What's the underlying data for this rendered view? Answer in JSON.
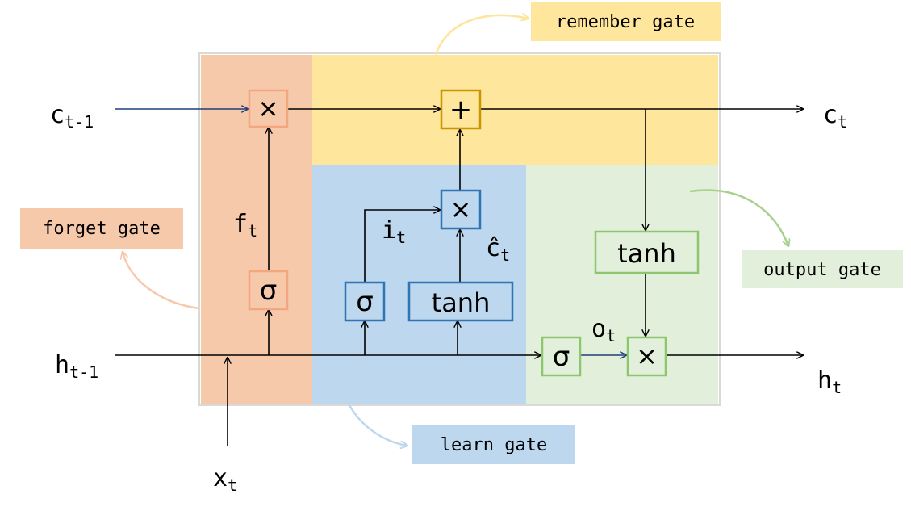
{
  "labels": {
    "forget_gate": "forget gate",
    "remember_gate": "remember gate",
    "learn_gate": "learn gate",
    "output_gate": "output gate"
  },
  "ops": {
    "multiply": "×",
    "add": "+",
    "sigma": "σ",
    "tanh": "tanh"
  },
  "variables": {
    "c_prev": {
      "base": "c",
      "sub": "t-1"
    },
    "c_next": {
      "base": "c",
      "sub": "t"
    },
    "h_prev": {
      "base": "h",
      "sub": "t-1"
    },
    "h_next": {
      "base": "h",
      "sub": "t"
    },
    "x": {
      "base": "x",
      "sub": "t"
    },
    "f": {
      "base": "f",
      "sub": "t"
    },
    "i": {
      "base": "i",
      "sub": "t"
    },
    "c_hat": {
      "base": "ĉ",
      "sub": "t"
    },
    "o": {
      "base": "o",
      "sub": "t"
    }
  },
  "colors": {
    "forget_region": "#f6c9ab",
    "forget_box": "#f4a67e",
    "remember_region": "#fee69c",
    "remember_box": "#c89600",
    "learn_region": "#bdd7ee",
    "learn_box": "#2e75b6",
    "output_region": "#e2efda",
    "output_box": "#8cc66e",
    "blue_line": "#1f3e7a",
    "cell_border": "#d9d9d9"
  }
}
